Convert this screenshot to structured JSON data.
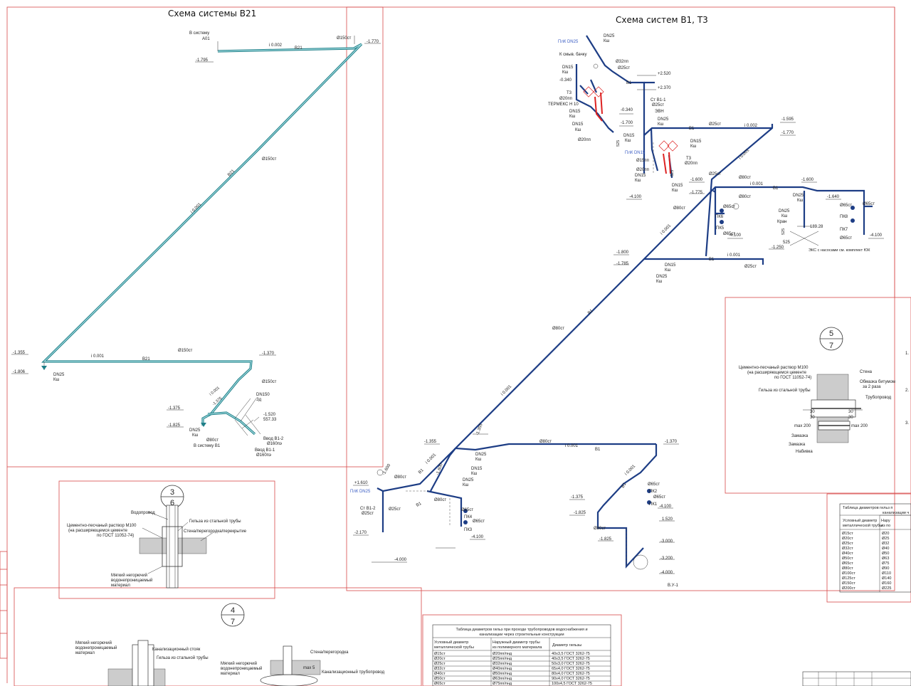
{
  "titles": {
    "b21": "Схема системы В21",
    "b1t3": "Схема систем В1, Т3"
  },
  "b21": {
    "to_system": "В систему",
    "a01": "А01",
    "lev_top_left": "-1.795",
    "lev_top_right": "-1.770",
    "slope_top": "i 0.002",
    "d150_top": "Ø150ст",
    "d150_mid": "Ø150ст",
    "slope_diag": "i 0.001",
    "lev_left": "-1.355",
    "lev_left2": "-1.806",
    "dn25": "DN25",
    "kch": "Кш",
    "slope_bottom": "i 0.001",
    "d150_bottom": "Ø150ст",
    "lev_bottom_right": "-1.370",
    "d150_lower": "Ø150ст",
    "lev_1375": "-1.375",
    "lev_1825": "-1.825",
    "dn150": "DN150",
    "zd": "Зд",
    "lev_1520": "-1.520",
    "kz": "557.33",
    "dn25b": "DN25",
    "kch2": "Кш",
    "d80": "Ø80ст",
    "to_b1": "В систему В1",
    "vvod2": "Ввод В1-2",
    "d160a": "Ø160пэ",
    "vvod1": "Ввод В1-1",
    "d160b": "Ø160пэ",
    "code": "В21"
  },
  "b1t3": {
    "plk_dn25_top": "ПлК DN25",
    "dn25_top": "DN25",
    "kch_top": "Кш",
    "to_tank": "К смыв. бачку",
    "dn15": "DN15",
    "kch": "Кш",
    "lev_0340": "-0.340",
    "d32": "Ø32пп",
    "d25": "Ø25ст",
    "lev_2520": "+2.520",
    "lev_2370": "+2.370",
    "t3": "Т3",
    "d20pp": "Ø20пп",
    "termeks": "ТЕРМЕКС Н 10",
    "stv1": "Ст В1-1",
    "d25st": "Ø25ст",
    "lev_0340b": "-0.340",
    "lev_1700": "-1.700",
    "ewh": "ЭВН",
    "dn25b": "DN25",
    "d20pp2": "Ø20пп",
    "lev_1595": "-1.595",
    "lev_1770": "-1.770",
    "slope_0002": "i 0.002",
    "d25st2": "Ø25ст",
    "plk_dn15": "ПлК DN15",
    "d15": "Ø15пп",
    "d20": "Ø20пп",
    "t3b": "Т3",
    "d20b": "Ø20пп",
    "lev_4100": "-4.100",
    "lev_1600": "-1.600",
    "d25st3": "Ø25ст",
    "d80st": "Ø80ст",
    "slope_0001": "i 0.001",
    "lev_1775": "-1.775",
    "lev_1600b": "-1.600",
    "lev_1640": "-1.640",
    "pk6": "ПК6",
    "d65": "Ø65ст",
    "pk5": "ПК5",
    "pk8": "ПК8",
    "pk7": "ПК7",
    "d65b": "Ø65ст",
    "kran": "Кран",
    "val_18928": "189.28",
    "lev_1250": "-1.250",
    "lev_525": "525",
    "note_klapan": "ЭКС с насосами см. комплект ЮК",
    "lev_1800": "-1.800",
    "lev_1785": "-1.785",
    "b1": "В1",
    "d25st4": "Ø25ст",
    "d80st2": "Ø80ст",
    "lev_1355": "-1.355",
    "lev_1355b": "-1.355",
    "d80st3": "Ø80ст",
    "slope_b": "i 0.001",
    "lev_1370": "-1.370",
    "lev_1610": "+1.610",
    "lev_1600c": "-1.600",
    "plk_dn25": "ПлК DN25",
    "d80b": "Ø80ст",
    "stv12": "Ст В1-2",
    "d25st5": "Ø25ст",
    "lev_2170": "-2.170",
    "lev_4000": "-4.000",
    "d65c": "Ø65ст",
    "pk4": "ПК4",
    "pk3": "ПК3",
    "lev_4100b": "-4.100",
    "lev_1375": "-1.375",
    "lev_1825": "-1.825",
    "d65d": "Ø65ст",
    "pk2": "ПК2",
    "pk1": "ПК1",
    "lev_4100c": "-4.100",
    "lev_1520": "1.520",
    "lev_3000": "-3.000",
    "lev_3200": "-3.200",
    "lev_4000b": "-4.000",
    "vu1": "В.У-1"
  },
  "detail36": {
    "num": "3",
    "sheet": "6",
    "pipe": "Водопровод",
    "sleeve": "Гильза из стальной трубы",
    "mortar": "Цементно-песчаный раствор М100",
    "mortar2": "(на расширяющемся цементе",
    "mortar3": "по ГОСТ 11052-74)",
    "wall": "Стена/перегородка/перекрытие",
    "soft": "Мягкий негорючий",
    "soft2": "водонепроницаемый",
    "soft3": "материал"
  },
  "detail47": {
    "num": "4",
    "sheet": "7",
    "soft": "Мягкий негорючий",
    "soft2": "водонепроницаемый",
    "soft3": "материал",
    "drain": "Канализационный стояк",
    "sleeve": "Гильза из стальной трубы",
    "partition": "Стена/перегородка",
    "soft_b": "Мягкий негорючий",
    "soft_b2": "водонепроницаемый",
    "soft_b3": "материал",
    "drain2": "Канализационный трубопровод",
    "mark": "max 5"
  },
  "detail57": {
    "num": "5",
    "sheet": "7",
    "mortar": "Цементно-песчаный раствор М100",
    "mortar2": "(на расширяющемся цементе",
    "mortar3": "по ГОСТ 11052-74)",
    "sleeve": "Гильза из стальной трубы",
    "wall": "Стена",
    "bitumen": "Обмазка битумом",
    "bitumen2": "за 2 раза",
    "pipe": "Трубопровод",
    "max200a": "max 200",
    "max200b": "max 200",
    "dim30": "30",
    "lock": "Замазка",
    "lock2": "Замазка",
    "packing": "Набивка"
  },
  "table_main": {
    "title": "Таблица диаметров гильз при проходе трубопроводов водоснабжения и",
    "title2": "канализации через строительные конструкции",
    "h1": "Условный диаметр",
    "h1b": "металлической трубы",
    "h2": "Наружный диаметр трубы",
    "h2b": "из полимерного материала",
    "h3": "Диаметр гильзы",
    "rows": [
      [
        "Ø15ст",
        "Ø20пп/пнд",
        "40х3,5 ГОСТ 3262-75"
      ],
      [
        "Ø20ст",
        "Ø25пп/пнд",
        "40х3,5 ГОСТ 3262-75"
      ],
      [
        "Ø25ст",
        "Ø32пп/пнд",
        "50х3,0 ГОСТ 3262-75"
      ],
      [
        "Ø32ст",
        "Ø40пп/пнд",
        "65х4,0 ГОСТ 3262-75"
      ],
      [
        "Ø40ст",
        "Ø50пп/пнд",
        "80х4,0 ГОСТ 3262-75"
      ],
      [
        "Ø50ст",
        "Ø63пп/пнд",
        "90х4,0 ГОСТ 3262-75"
      ],
      [
        "Ø65ст",
        "Ø75пп/пнд",
        "100х4,5 ГОСТ 3262-75"
      ]
    ]
  },
  "table_right": {
    "title": "Таблица диаметров гильз п",
    "title2": "канализации ч",
    "h1": "Условный диаметр",
    "h1b": "металлической трубы",
    "h2": "Нару",
    "h2b": "из по",
    "rows": [
      [
        "Ø15ст",
        "Ø20"
      ],
      [
        "Ø20ст",
        "Ø25"
      ],
      [
        "Ø25ст",
        "Ø32"
      ],
      [
        "Ø32ст",
        "Ø40"
      ],
      [
        "Ø40ст",
        "Ø50"
      ],
      [
        "Ø50ст",
        "Ø63"
      ],
      [
        "Ø65ст",
        "Ø75"
      ],
      [
        "Ø80ст",
        "Ø90"
      ],
      [
        "Ø100ст",
        "Ø110"
      ],
      [
        "Ø125ст",
        "Ø140"
      ],
      [
        "Ø150ст",
        "Ø160"
      ],
      [
        "Ø200ст",
        "Ø225"
      ]
    ]
  },
  "side_notes": {
    "n1": "1.",
    "n2": "2.",
    "n3": "3."
  },
  "colors": {
    "frame": "#d74a4a",
    "pipe_b21": "#1f7f88",
    "pipe_b1": "#1d3d85",
    "pipe_t3": "#d22222"
  }
}
